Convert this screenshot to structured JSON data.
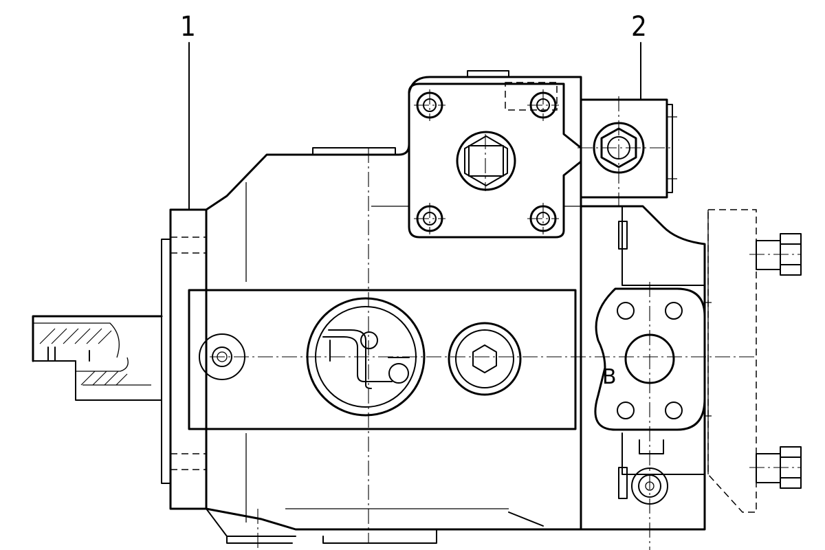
{
  "callouts": [
    {
      "id": "1",
      "text": "1"
    },
    {
      "id": "2",
      "text": "2"
    }
  ],
  "port_label": "B"
}
